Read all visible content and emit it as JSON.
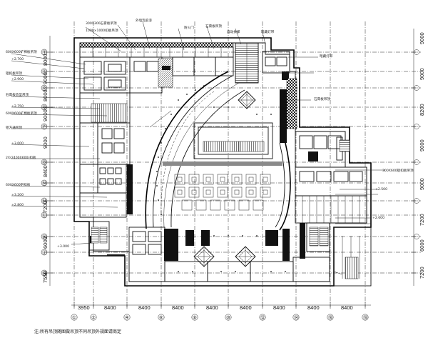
{
  "drawing": {
    "note": "注:所有吊顶随图做吊顶不同吊顶外规面请商定",
    "column_axes": [
      "①",
      "②",
      "④",
      "⑥",
      "⑧",
      "⑩",
      "⑫",
      "⑭",
      "⑯",
      "⑱"
    ],
    "column_dims": [
      "3950",
      "8400",
      "8400",
      "8400",
      "8400",
      "8400",
      "8400",
      "8400",
      "8400"
    ],
    "row_axes": [
      "Ⓣ",
      "Ⓢ",
      "Ⓡ",
      "Ⓠ",
      "Ⓟ",
      "Ⓞ",
      "Ⓝ",
      "Ⓜ",
      "Ⓛ",
      "Ⓚ",
      "Ⓙ",
      "Ⓗ"
    ],
    "row_dims_left": [
      "8000",
      "9000",
      "8000",
      "9000",
      "9000",
      "8400",
      "7200",
      "6000",
      "7550"
    ],
    "row_dims_right": [
      "9000",
      "9000",
      "8200",
      "9000",
      "9000",
      "7200",
      "6000",
      "7200"
    ],
    "annotations": {
      "a1": "300X300石膏板吊顶",
      "a2": "1000×1000扣板吊顶",
      "a3": "外墙乳胶漆",
      "a4": "防火门",
      "a5": "石膏板吊顶",
      "a6": "自动扶梯",
      "a7": "暗藏灯带",
      "a8": "600X600矿棉板吊顶",
      "a9": "铝扣板吊顶",
      "a10": "石膏板造型吊顶",
      "a11": "+2.700",
      "a12": "+2.900",
      "a13": "+2.750",
      "a14": "600X600矿棉板吊顶",
      "a15": "铝方通吊顶",
      "a16": "+3.000",
      "a17": "2X(2400X600)扣板",
      "a18": "600X600铝扣板",
      "a19": "+3.200",
      "a20": "+2.800",
      "a21": "+3.000",
      "a22": "暗藏灯带",
      "a23": "石膏板吊顶",
      "a24": "300X600铝扣板吊顶",
      "a25": "+2.500",
      "a26": "+2.600"
    }
  }
}
